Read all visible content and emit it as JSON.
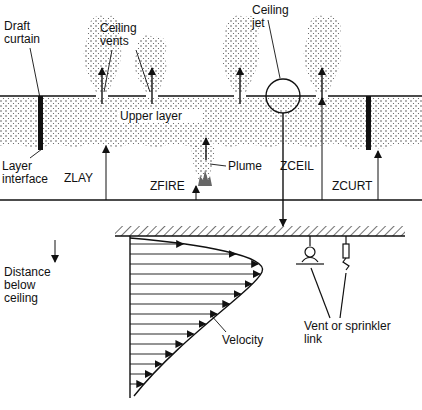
{
  "diagram": {
    "labels": [
      "Ceiling vents",
      "Ceiling jet",
      "Draft curtain",
      "Upper layer",
      "Layer interface",
      "ZLAY",
      "ZFIRE",
      "Plume",
      "ZCEIL",
      "ZCURT",
      "Distance below ceiling",
      "Velocity",
      "Vent or sprinkler link"
    ]
  }
}
